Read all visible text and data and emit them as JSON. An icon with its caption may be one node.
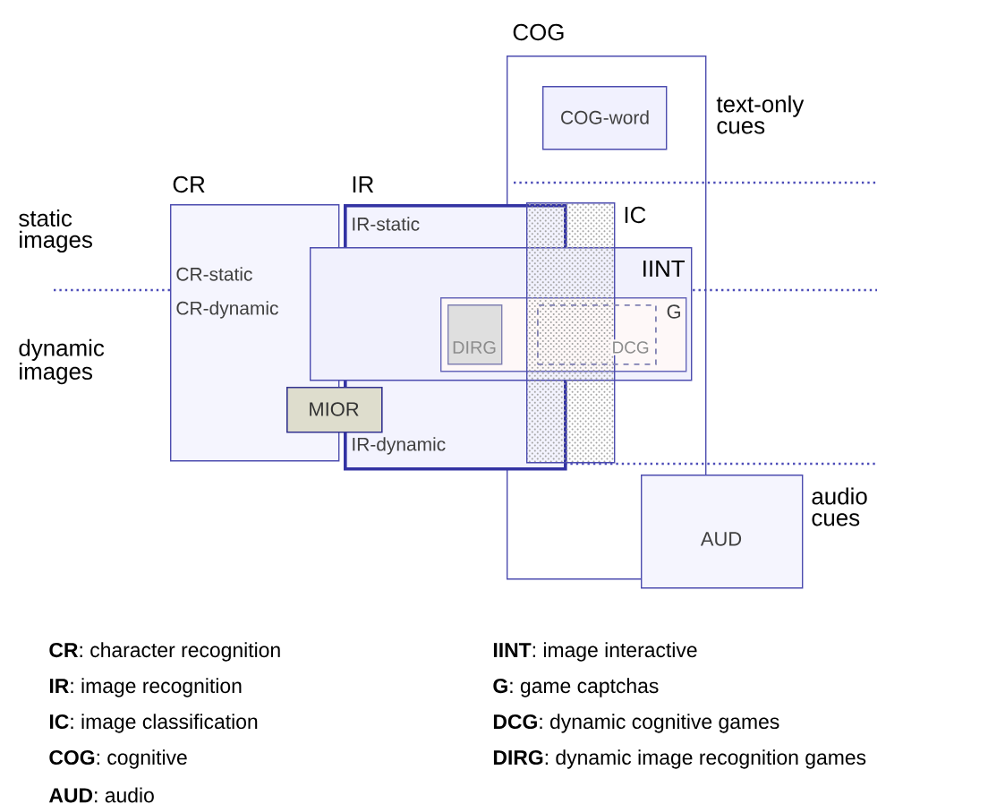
{
  "diagram": {
    "nodes": [
      {
        "text": [
          "COG"
        ]
      },
      {
        "text": [
          "COG-word"
        ],
        "in": 0
      },
      {
        "text": [
          "CR",
          "CR-static",
          "CR-dynamic"
        ]
      },
      {
        "text": [
          "IR",
          "IR-static",
          "IR-dynamic"
        ]
      },
      {
        "text": [
          "IC"
        ],
        "in": 0
      },
      {
        "text": [
          "IINT"
        ]
      },
      {
        "text": [
          "G"
        ],
        "in": 5
      },
      {
        "text": [
          "DIRG"
        ]
      },
      {
        "text": [
          "DCG"
        ]
      },
      {
        "text": [
          "MIOR"
        ]
      },
      {
        "text": [
          "AUD"
        ]
      }
    ],
    "labels": [
      "text-only cues",
      "static images",
      "dynamic images",
      "audio cues",
      "**CR**: character recognition",
      "**IR**: image recognition",
      "**IC**: image classification",
      "**COG**: cognitive",
      "**AUD**: audio",
      "**IINT**: image interactive",
      "**G**: game captchas",
      "**DCG**: dynamic cognitive games",
      "**DIRG**: dynamic image recognition games"
    ]
  }
}
